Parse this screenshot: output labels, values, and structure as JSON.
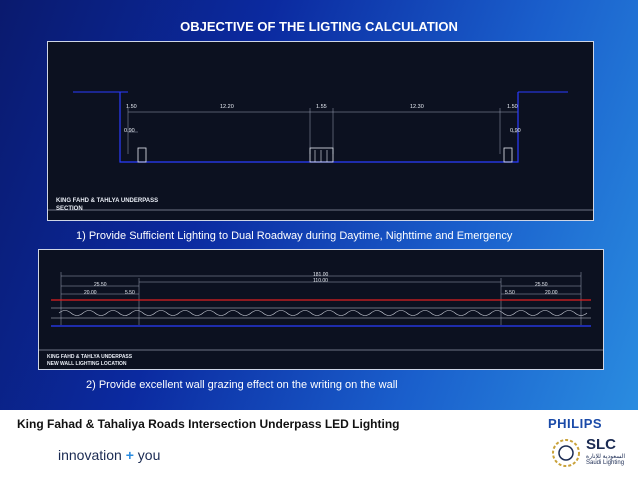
{
  "slide": {
    "title": "OBJECTIVE OF THE LIGTING CALCULATION",
    "section1": {
      "dims": [
        "1.50",
        "12.20",
        "1.55",
        "12.30",
        "1.50"
      ],
      "offset_left": "0.90",
      "offset_right": "0.90",
      "label_line1": "KING FAHD & TAHLYA UNDERPASS",
      "label_line2": "SECTION"
    },
    "caption1": "1) Provide Sufficient Lighting to Dual Roadway during Daytime, Nighttime and Emergency",
    "section2": {
      "dim_total": "181.00",
      "dim_inner": "110.00",
      "dim_left_outer": "25.50",
      "dim_left_a": "20.00",
      "dim_left_b": "5.50",
      "dim_right_outer": "25.50",
      "dim_right_a": "5.50",
      "dim_right_b": "20.00",
      "label_line1": "KING FAHD & TAHLYA UNDERPASS",
      "label_line2": "NEW WALL LIGHTING LOCATION"
    },
    "caption2": "2) Provide excellent wall grazing effect on the writing on the wall"
  },
  "footer": {
    "title": "King Fahad & Tahaliya Roads Intersection Underpass LED Lighting",
    "innovation_left": "innovation",
    "innovation_plus": "+",
    "innovation_right": "you",
    "philips": "PHILIPS",
    "slc": "SLC",
    "slc_arabic": "السعودية للإنارة",
    "slc_sub": "Saudi Lighting"
  },
  "colors": {
    "blue_line": "#2a3cff",
    "red_line": "#e02020",
    "cad_bg": "#0c1120"
  }
}
